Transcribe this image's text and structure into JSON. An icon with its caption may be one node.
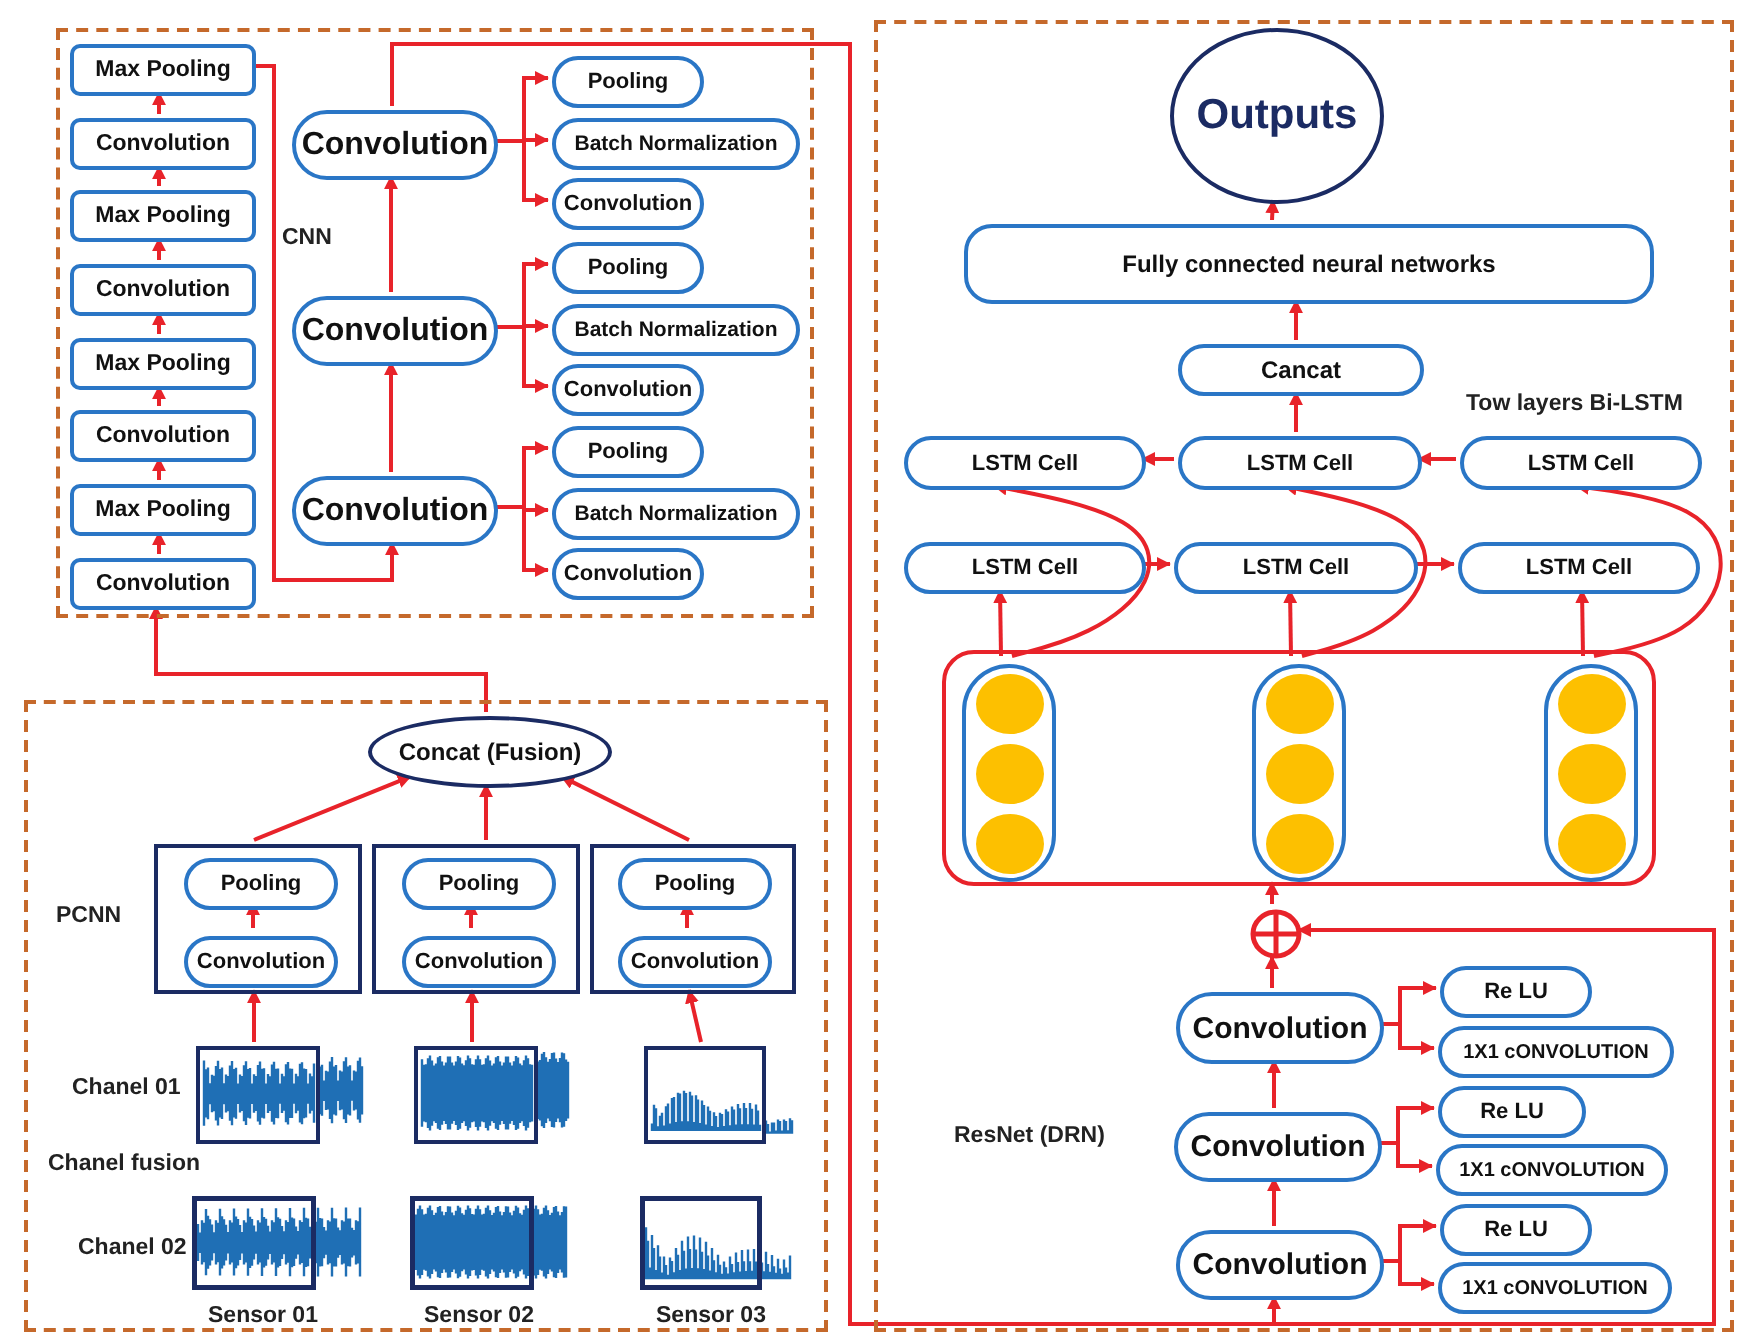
{
  "diagram": {
    "nodes": [
      {
        "text": [],
        "shape": "box"
      },
      {
        "text": [
          "Max Pooling"
        ],
        "in": 0
      },
      {
        "text": [
          "Convolution"
        ],
        "in": 0
      },
      {
        "text": [
          "Max Pooling"
        ],
        "in": 0
      },
      {
        "text": [
          "Convolution"
        ],
        "in": 0
      },
      {
        "text": [
          "Max Pooling"
        ],
        "in": 0
      },
      {
        "text": [
          "Convolution"
        ],
        "in": 0
      },
      {
        "text": [
          "Max Pooling"
        ],
        "in": 0
      },
      {
        "text": [
          "Convolution"
        ],
        "in": 0
      },
      {
        "text": [
          "Convolution"
        ],
        "in": 0
      },
      {
        "text": [
          "Convolution"
        ],
        "in": 0
      },
      {
        "text": [
          "Convolution"
        ],
        "in": 0
      },
      {
        "text": [
          "Pooling"
        ],
        "in": 0
      },
      {
        "text": [
          "Batch Normalization"
        ],
        "in": 0
      },
      {
        "text": [
          "Convolution"
        ],
        "in": 0
      },
      {
        "text": [
          "Pooling"
        ],
        "in": 0
      },
      {
        "text": [
          "Batch Normalization"
        ],
        "in": 0
      },
      {
        "text": [
          "Convolution"
        ],
        "in": 0
      },
      {
        "text": [
          "Pooling"
        ],
        "in": 0
      },
      {
        "text": [
          "Batch Normalization"
        ],
        "in": 0
      },
      {
        "text": [
          "Convolution"
        ],
        "in": 0
      },
      {
        "text": [],
        "shape": "box"
      },
      {
        "text": [
          "Concat (Fusion)"
        ],
        "in": 21
      },
      {
        "text": [],
        "shape": "box",
        "in": 21
      },
      {
        "text": [
          "Pooling"
        ],
        "in": 23
      },
      {
        "text": [
          "Convolution"
        ],
        "in": 23
      },
      {
        "text": [],
        "shape": "box",
        "in": 21
      },
      {
        "text": [
          "Pooling"
        ],
        "in": 26
      },
      {
        "text": [
          "Convolution"
        ],
        "in": 26
      },
      {
        "text": [],
        "shape": "box",
        "in": 21
      },
      {
        "text": [
          "Pooling"
        ],
        "in": 29
      },
      {
        "text": [
          "Convolution"
        ],
        "in": 29
      },
      {
        "text": [],
        "shape": "picture",
        "in": 21
      },
      {
        "text": [],
        "shape": "picture",
        "in": 21
      },
      {
        "text": [],
        "shape": "picture",
        "in": 21
      },
      {
        "text": [],
        "shape": "box"
      },
      {
        "text": [
          "Outputs"
        ],
        "in": 35
      },
      {
        "text": [
          "Fully connected neural networks"
        ],
        "in": 35
      },
      {
        "text": [
          "Cancat"
        ],
        "in": 35
      },
      {
        "text": [
          "LSTM Cell"
        ],
        "in": 35
      },
      {
        "text": [
          "LSTM Cell"
        ],
        "in": 35
      },
      {
        "text": [
          "LSTM Cell"
        ],
        "in": 35
      },
      {
        "text": [
          "LSTM Cell"
        ],
        "in": 35
      },
      {
        "text": [
          "LSTM Cell"
        ],
        "in": 35
      },
      {
        "text": [
          "LSTM Cell"
        ],
        "in": 35
      },
      {
        "text": [],
        "shape": "box",
        "in": 35
      },
      {
        "text": [],
        "shape": "box",
        "in": 45
      },
      {
        "text": [],
        "shape": "box",
        "in": 45
      },
      {
        "text": [],
        "shape": "box",
        "in": 45
      },
      {
        "text": [],
        "shape": "circle",
        "in": 35
      },
      {
        "text": [
          "Convolution"
        ],
        "in": 35
      },
      {
        "text": [
          "Re LU"
        ],
        "in": 35
      },
      {
        "text": [
          "1X1 cONVOLUTION"
        ],
        "in": 35
      },
      {
        "text": [
          "Convolution"
        ],
        "in": 35
      },
      {
        "text": [
          "Re LU"
        ],
        "in": 35
      },
      {
        "text": [
          "1X1 cONVOLUTION"
        ],
        "in": 35
      },
      {
        "text": [
          "Convolution"
        ],
        "in": 35
      },
      {
        "text": [
          "Re LU"
        ],
        "in": 35
      },
      {
        "text": [
          "1X1 cONVOLUTION"
        ],
        "in": 35
      }
    ],
    "edges": [
      {
        "from": 8,
        "to": 7,
        "arrow": "to"
      },
      {
        "from": 7,
        "to": 6,
        "arrow": "to"
      },
      {
        "from": 6,
        "to": 5,
        "arrow": "to"
      },
      {
        "from": 5,
        "to": 4,
        "arrow": "to"
      },
      {
        "from": 4,
        "to": 3,
        "arrow": "to"
      },
      {
        "from": 3,
        "to": 2,
        "arrow": "to"
      },
      {
        "from": 2,
        "to": 1,
        "arrow": "to"
      },
      {
        "from": 1,
        "to": 11,
        "arrow": "to"
      },
      {
        "from": 11,
        "to": 10,
        "arrow": "to"
      },
      {
        "from": 10,
        "to": 9,
        "arrow": "to"
      },
      {
        "from": 9,
        "to": 12,
        "arrow": "to"
      },
      {
        "from": 9,
        "to": 13,
        "arrow": "to"
      },
      {
        "from": 9,
        "to": 14,
        "arrow": "to"
      },
      {
        "from": 10,
        "to": 15,
        "arrow": "to"
      },
      {
        "from": 10,
        "to": 16,
        "arrow": "to"
      },
      {
        "from": 10,
        "to": 17,
        "arrow": "to"
      },
      {
        "from": 11,
        "to": 18,
        "arrow": "to"
      },
      {
        "from": 11,
        "to": 19,
        "arrow": "to"
      },
      {
        "from": 11,
        "to": 20,
        "arrow": "to"
      },
      {
        "from": 9,
        "to": 56,
        "arrow": "to"
      },
      {
        "from": 9,
        "to": 49,
        "arrow": "to"
      },
      {
        "from": 22,
        "to": 8,
        "arrow": "to"
      },
      {
        "from": 23,
        "to": 22,
        "arrow": "to"
      },
      {
        "from": 26,
        "to": 22,
        "arrow": "to"
      },
      {
        "from": 29,
        "to": 22,
        "arrow": "to"
      },
      {
        "from": 25,
        "to": 24,
        "arrow": "to"
      },
      {
        "from": 28,
        "to": 27,
        "arrow": "to"
      },
      {
        "from": 31,
        "to": 30,
        "arrow": "to"
      },
      {
        "from": 32,
        "to": 23,
        "arrow": "to"
      },
      {
        "from": 33,
        "to": 26,
        "arrow": "to"
      },
      {
        "from": 34,
        "to": 29,
        "arrow": "to"
      },
      {
        "from": 56,
        "to": 53,
        "arrow": "to"
      },
      {
        "from": 53,
        "to": 50,
        "arrow": "to"
      },
      {
        "from": 50,
        "to": 49,
        "arrow": "to"
      },
      {
        "from": 49,
        "to": 45,
        "arrow": "to"
      },
      {
        "from": 50,
        "to": 51,
        "arrow": "to"
      },
      {
        "from": 50,
        "to": 52,
        "arrow": "to"
      },
      {
        "from": 53,
        "to": 54,
        "arrow": "to"
      },
      {
        "from": 53,
        "to": 55,
        "arrow": "to"
      },
      {
        "from": 56,
        "to": 57,
        "arrow": "to"
      },
      {
        "from": 56,
        "to": 58,
        "arrow": "to"
      },
      {
        "from": 46,
        "to": 42,
        "arrow": "to"
      },
      {
        "from": 47,
        "to": 43,
        "arrow": "to"
      },
      {
        "from": 48,
        "to": 44,
        "arrow": "to"
      },
      {
        "from": 46,
        "to": 39,
        "arrow": "to"
      },
      {
        "from": 47,
        "to": 40,
        "arrow": "to"
      },
      {
        "from": 48,
        "to": 41,
        "arrow": "to"
      },
      {
        "from": 42,
        "to": 43,
        "arrow": "to"
      },
      {
        "from": 43,
        "to": 44,
        "arrow": "to"
      },
      {
        "from": 41,
        "to": 40,
        "arrow": "to"
      },
      {
        "from": 40,
        "to": 39,
        "arrow": "to"
      },
      {
        "from": 40,
        "to": 38,
        "arrow": "to"
      },
      {
        "from": 38,
        "to": 37,
        "arrow": "to"
      },
      {
        "from": 37,
        "to": 36,
        "arrow": "to"
      }
    ],
    "labels": [
      "CNN",
      "PCNN",
      "Chanel 01",
      "Chanel fusion",
      "Chanel 02",
      "Sensor 01",
      "Sensor 02",
      "Sensor 03",
      "Tow layers Bi-LSTM",
      "ResNet (DRN)"
    ]
  }
}
